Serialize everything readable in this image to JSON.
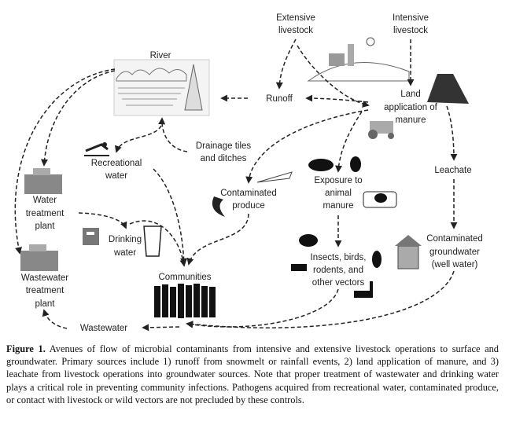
{
  "nodes": {
    "extensive": [
      "Extensive",
      "livestock"
    ],
    "intensive": [
      "Intensive",
      "livestock"
    ],
    "river": "River",
    "runoff": "Runoff",
    "land_application": [
      "Land",
      "application of",
      "manure"
    ],
    "drainage": [
      "Drainage tiles",
      "and ditches"
    ],
    "recreational": [
      "Recreational",
      "water"
    ],
    "leachate": "Leachate",
    "produce": [
      "Contaminated",
      "produce"
    ],
    "exposure": [
      "Exposure to",
      "animal",
      "manure"
    ],
    "water_treatment": [
      "Water",
      "treatment",
      "plant"
    ],
    "drinking": [
      "Drinking",
      "water"
    ],
    "groundwater": [
      "Contaminated",
      "groundwater",
      "(well water)"
    ],
    "vectors": [
      "Insects, birds,",
      "rodents, and",
      "other vectors"
    ],
    "communities": "Communities",
    "wastewater_treatment": [
      "Wastewater",
      "treatment",
      "plant"
    ],
    "wastewater": "Wastewater"
  },
  "caption": {
    "label": "Figure 1.",
    "text": " Avenues of flow of microbial contaminants from intensive and extensive livestock operations to surface and groundwater. Primary sources include 1) runoff from snowmelt or rainfall events, 2) land application of manure, and 3) leachate from livestock operations into groundwater sources. Note that proper treatment of wastewater and drinking water plays a critical role in preventing community infections. Pathogens acquired from recreational water, contaminated produce, or contact with livestock or wild vectors are not precluded by these controls."
  }
}
